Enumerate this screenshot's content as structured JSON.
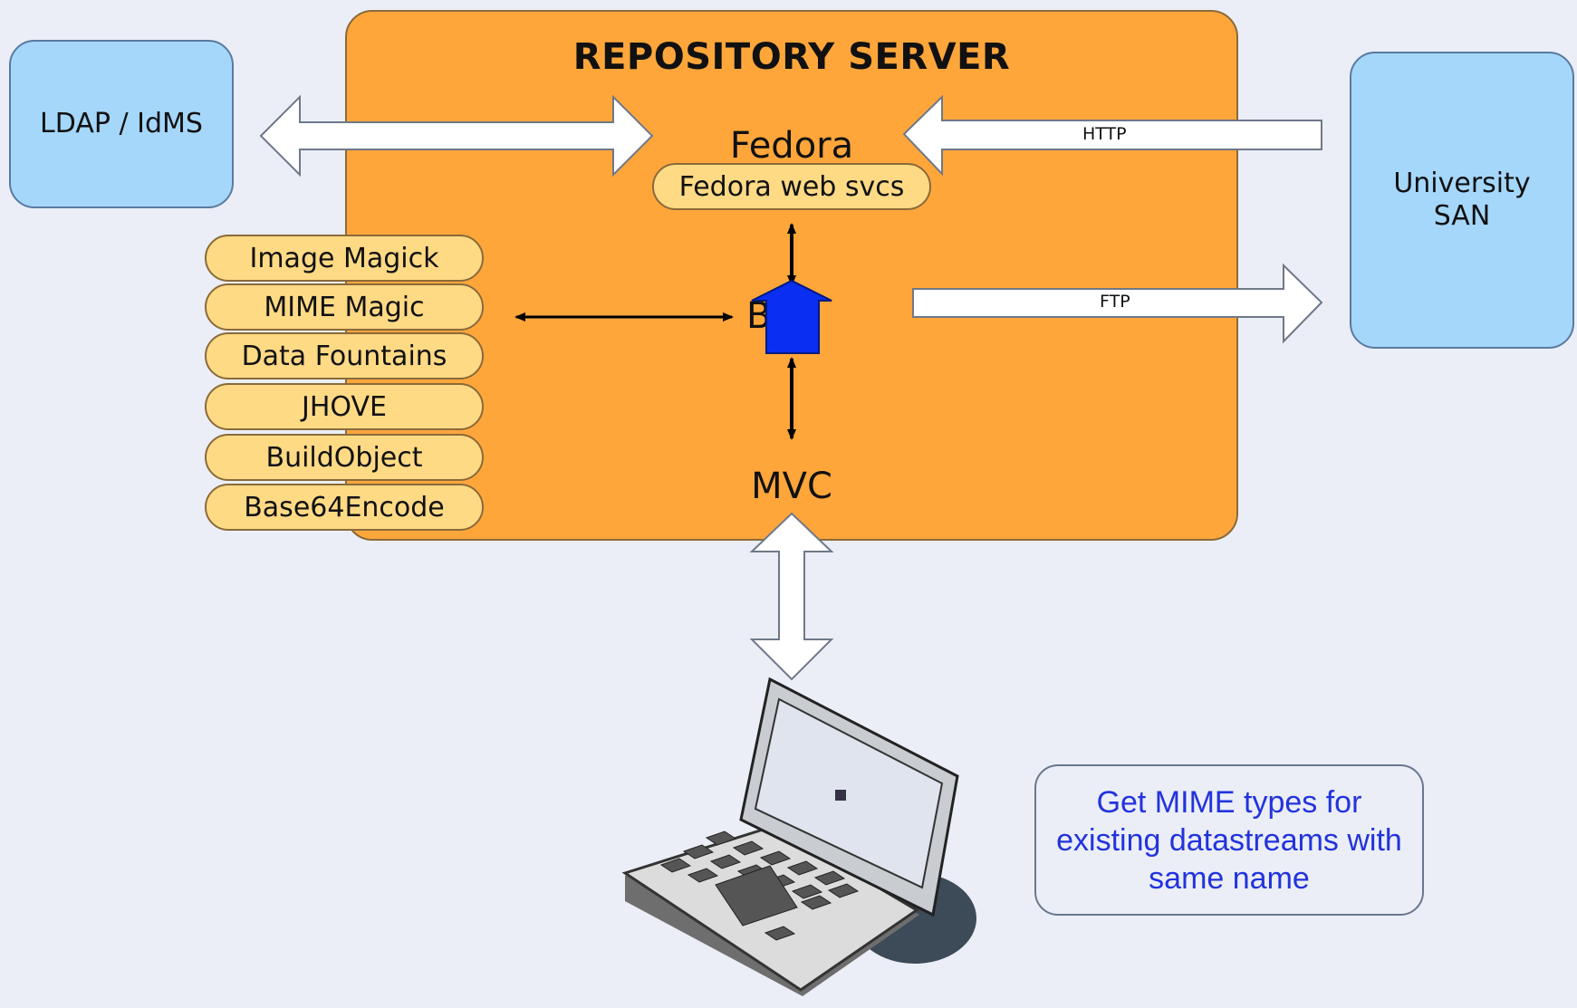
{
  "server": {
    "title": "REPOSITORY SERVER"
  },
  "nodes": {
    "ldap": "LDAP / IdMS",
    "san_line1": "University",
    "san_line2": "SAN",
    "fedora": "Fedora",
    "fedora_web": "Fedora web svcs",
    "brl": "BRL",
    "mvc": "MVC"
  },
  "tools": [
    "Image Magick",
    "MIME Magic",
    "Data Fountains",
    "JHOVE",
    "BuildObject",
    "Base64Encode"
  ],
  "connections": {
    "http": "HTTP",
    "ftp": "FTP"
  },
  "note": {
    "line1": "Get MIME types for",
    "line2": "existing datastreams with",
    "line3": "same name"
  }
}
